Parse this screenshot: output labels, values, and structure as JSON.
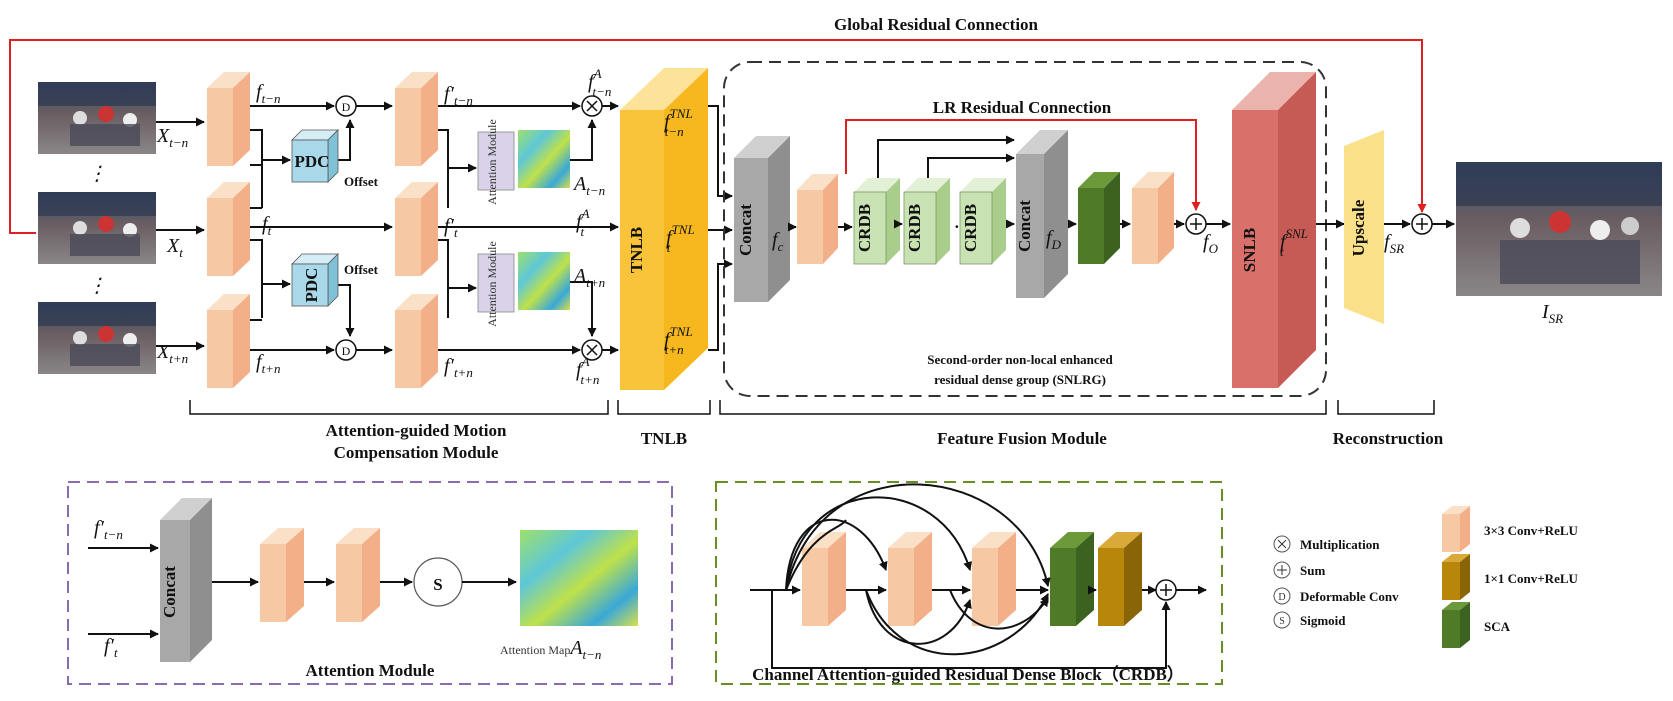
{
  "titles": {
    "global_residual": "Global Residual Connection",
    "lr_residual": "LR Residual Connection"
  },
  "blocks": {
    "pdc": "PDC",
    "offset": "Offset",
    "attention_module_inner": "Attention Module",
    "tnlb": "TNLB",
    "concat": "Concat",
    "crdb": "CRDB",
    "ellipsis": "···",
    "snlb": "SNLB",
    "upscale": "Upscale",
    "d": "D",
    "s": "S"
  },
  "math": {
    "x_tn_minus": "X",
    "x_tn_minus_sub": "t−n",
    "x_t": "X",
    "x_t_sub": "t",
    "x_tn_plus": "X",
    "x_tn_plus_sub": "t+n",
    "f_tn_minus": "f",
    "f_tn_minus_sub": "t−n",
    "f_t": "f",
    "f_t_sub": "t",
    "f_tn_plus": "f",
    "f_tn_plus_sub": "t+n",
    "fp_tn_minus": "f′",
    "fp_t": "f′",
    "fp_tn_plus": "f′",
    "fa_tn_minus": "f",
    "fa_sup": "A",
    "a_tn_minus": "A",
    "a_tn_plus": "A",
    "tnl_sup": "TNL",
    "f_c": "f",
    "f_c_sub": "c",
    "f_d": "f",
    "f_d_sub": "D",
    "f_o": "f",
    "f_o_sub": "O",
    "snl_sup": "SNL",
    "f_sr": "f",
    "f_sr_sub": "SR",
    "i_sr": "I",
    "i_sr_sub": "SR",
    "vdots": "⋮"
  },
  "captions": {
    "agmc_line1": "Attention-guided Motion",
    "agmc_line2": "Compensation Module",
    "tnlb": "TNLB",
    "ffm": "Feature Fusion Module",
    "reconstruction": "Reconstruction",
    "snlrg_line1": "Second-order non-local enhanced",
    "snlrg_line2": "residual dense group (SNLRG)",
    "attention_module": "Attention Module",
    "attention_map": "Attention Map",
    "crdb_full": "Channel Attention-guided Residual Dense Block（CRDB）"
  },
  "legend": {
    "multiplication": "Multiplication",
    "sum": "Sum",
    "deformable": "Deformable Conv",
    "sigmoid": "Sigmoid",
    "conv3": "3×3 Conv+ReLU",
    "conv1": "1×1 Conv+ReLU",
    "sca": "SCA"
  },
  "colors": {
    "conv3": "#f6c9a4",
    "conv3_side": "#f3b088",
    "conv1": "#b8860b",
    "sca": "#4f7a28",
    "crdb": "#c9e2b3",
    "concat": "#a8a8a8",
    "tnlb": "#f9c43a",
    "snlb": "#d9706a",
    "upscale": "#fbe08a",
    "pdc": "#a9d8ea",
    "global_arrow": "#e02020",
    "attn_box": "#8c6bb1",
    "crdb_box": "#6b8e23"
  }
}
